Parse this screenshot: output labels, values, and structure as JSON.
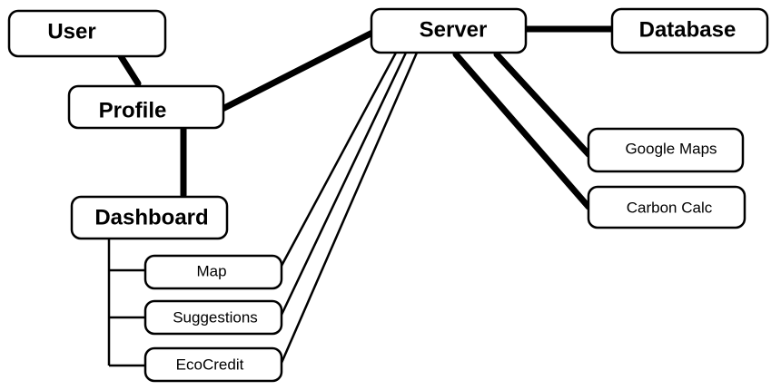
{
  "nodes": {
    "user": "User",
    "profile": "Profile",
    "dashboard": "Dashboard",
    "server": "Server",
    "database": "Database",
    "google_maps": "Google Maps",
    "carbon_calc": "Carbon Calc",
    "map": "Map",
    "suggestions": "Suggestions",
    "ecocredit": "EcoCredit"
  },
  "colors": {
    "line": "#000000",
    "node_fill": "#ffffff"
  }
}
